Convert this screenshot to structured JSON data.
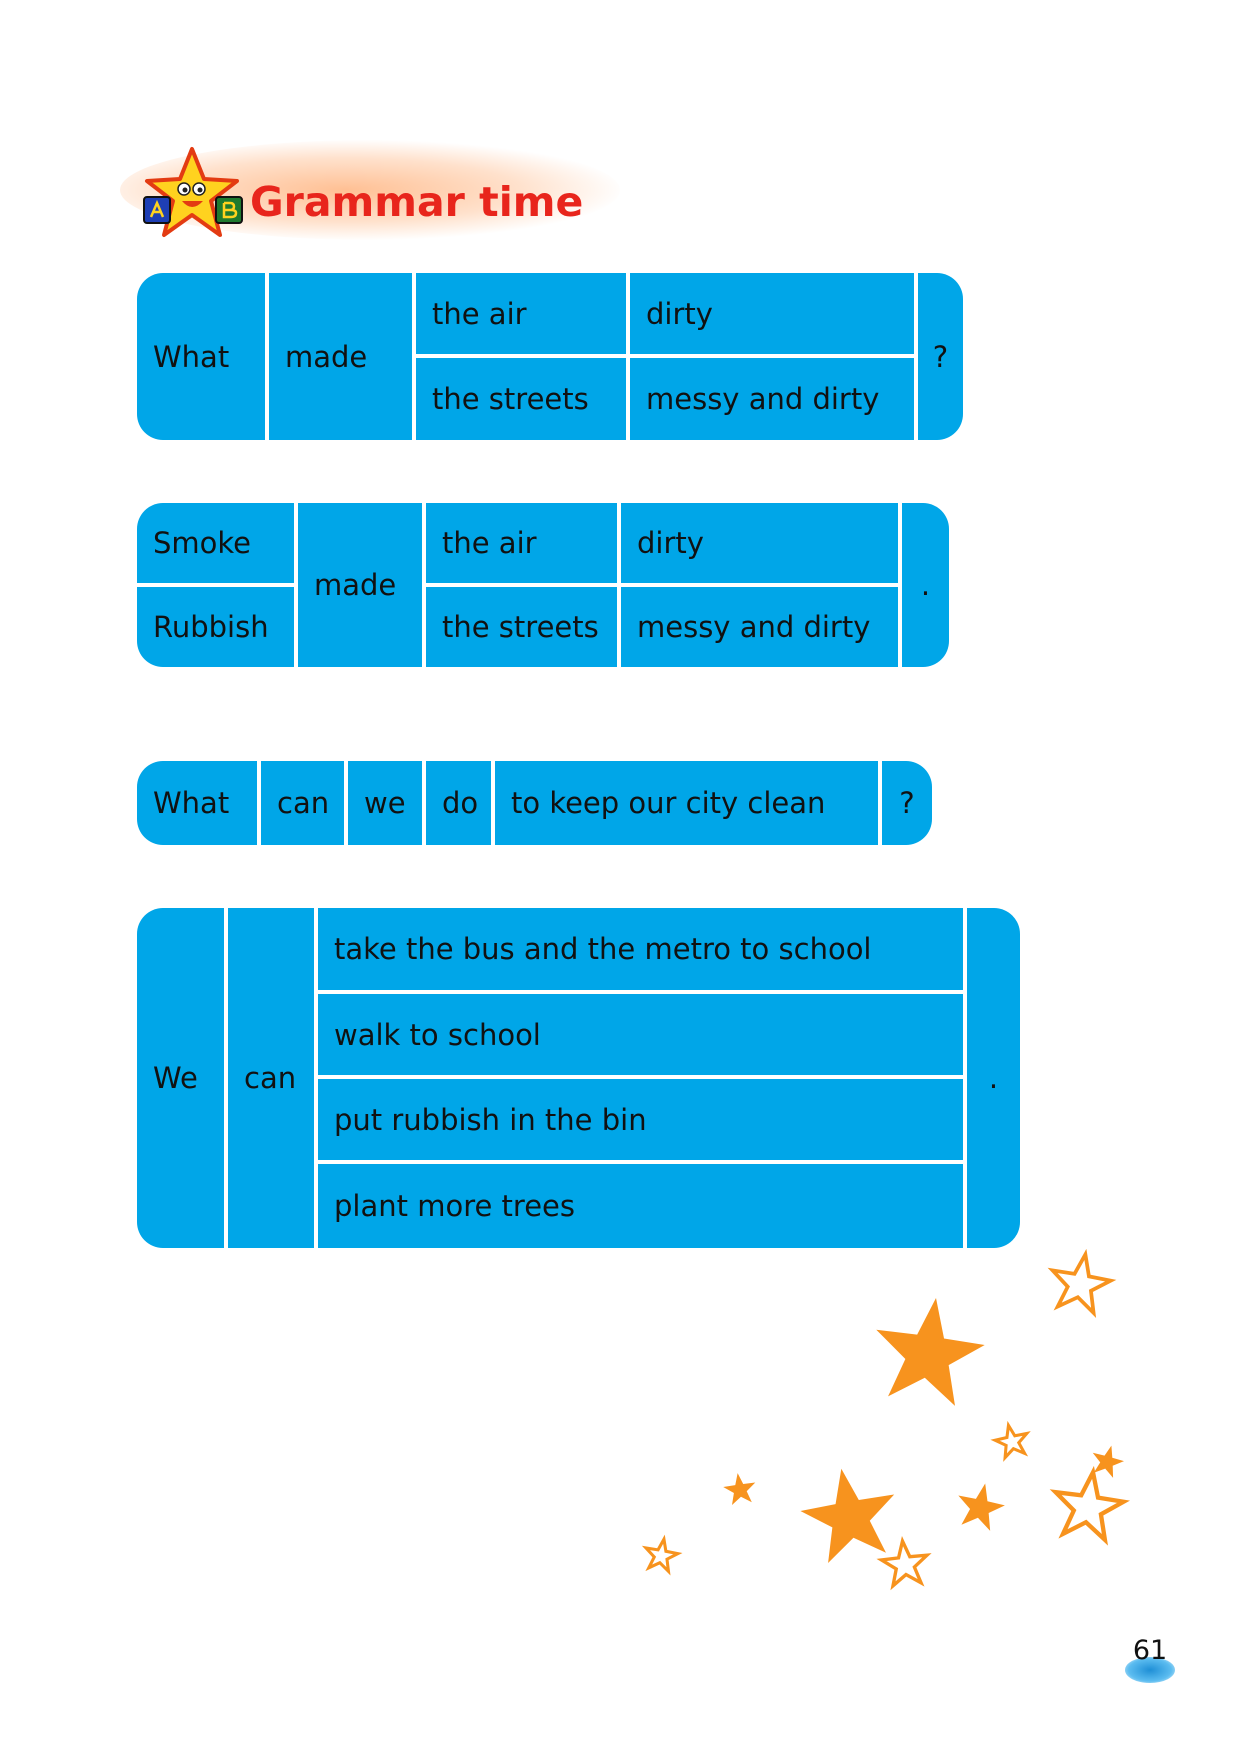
{
  "header": {
    "title": "Grammar time"
  },
  "table1": {
    "cells": [
      "What",
      "made",
      "the air",
      "dirty",
      "the streets",
      "messy and dirty",
      "?"
    ]
  },
  "table2": {
    "cells": [
      "Smoke",
      "Rubbish",
      "made",
      "the air",
      "dirty",
      "the streets",
      "messy and dirty",
      "."
    ]
  },
  "table3": {
    "cells": [
      "What",
      "can",
      "we",
      "do",
      "to keep our city clean",
      "?"
    ]
  },
  "table4": {
    "cells": [
      "We",
      "can",
      "take the bus and the metro to school",
      "walk to school",
      "put rubbish in the bin",
      "plant more trees",
      "."
    ]
  },
  "footer": {
    "page_number": "61"
  },
  "colors": {
    "cell_blue": "#00a6e8",
    "title_red": "#e8251c",
    "star_orange": "#f7931e"
  }
}
